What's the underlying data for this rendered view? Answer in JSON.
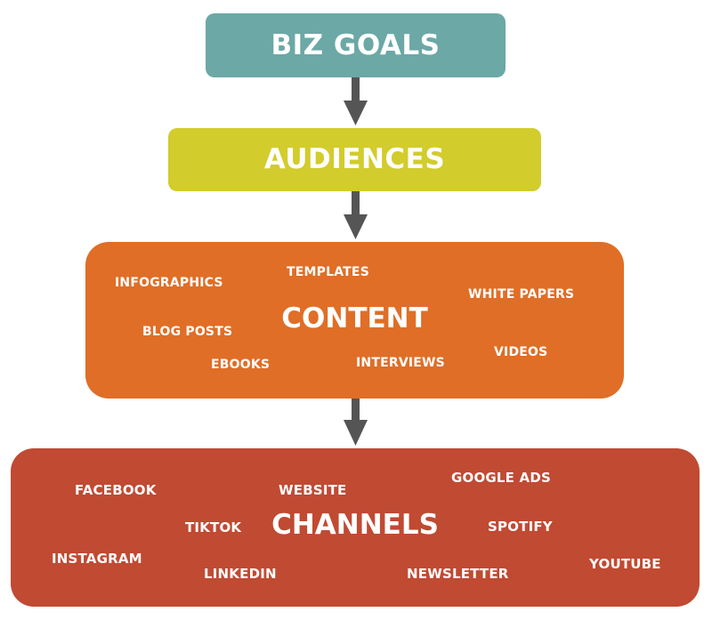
{
  "colors": {
    "goals": "#6ba8a6",
    "audiences": "#d2cc2c",
    "content": "#e06e26",
    "channels": "#c04a32",
    "arrow": "#555555"
  },
  "goals": {
    "title": "BIZ GOALS"
  },
  "audiences": {
    "title": "AUDIENCES"
  },
  "content": {
    "title": "CONTENT",
    "items": [
      "INFOGRAPHICS",
      "TEMPLATES",
      "WHITE PAPERS",
      "BLOG POSTS",
      "EBOOKS",
      "INTERVIEWS",
      "VIDEOS"
    ]
  },
  "channels": {
    "title": "CHANNELS",
    "items": [
      "FACEBOOK",
      "WEBSITE",
      "GOOGLE ADS",
      "TIKTOK",
      "SPOTIFY",
      "INSTAGRAM",
      "LINKEDIN",
      "NEWSLETTER",
      "YOUTUBE"
    ]
  }
}
